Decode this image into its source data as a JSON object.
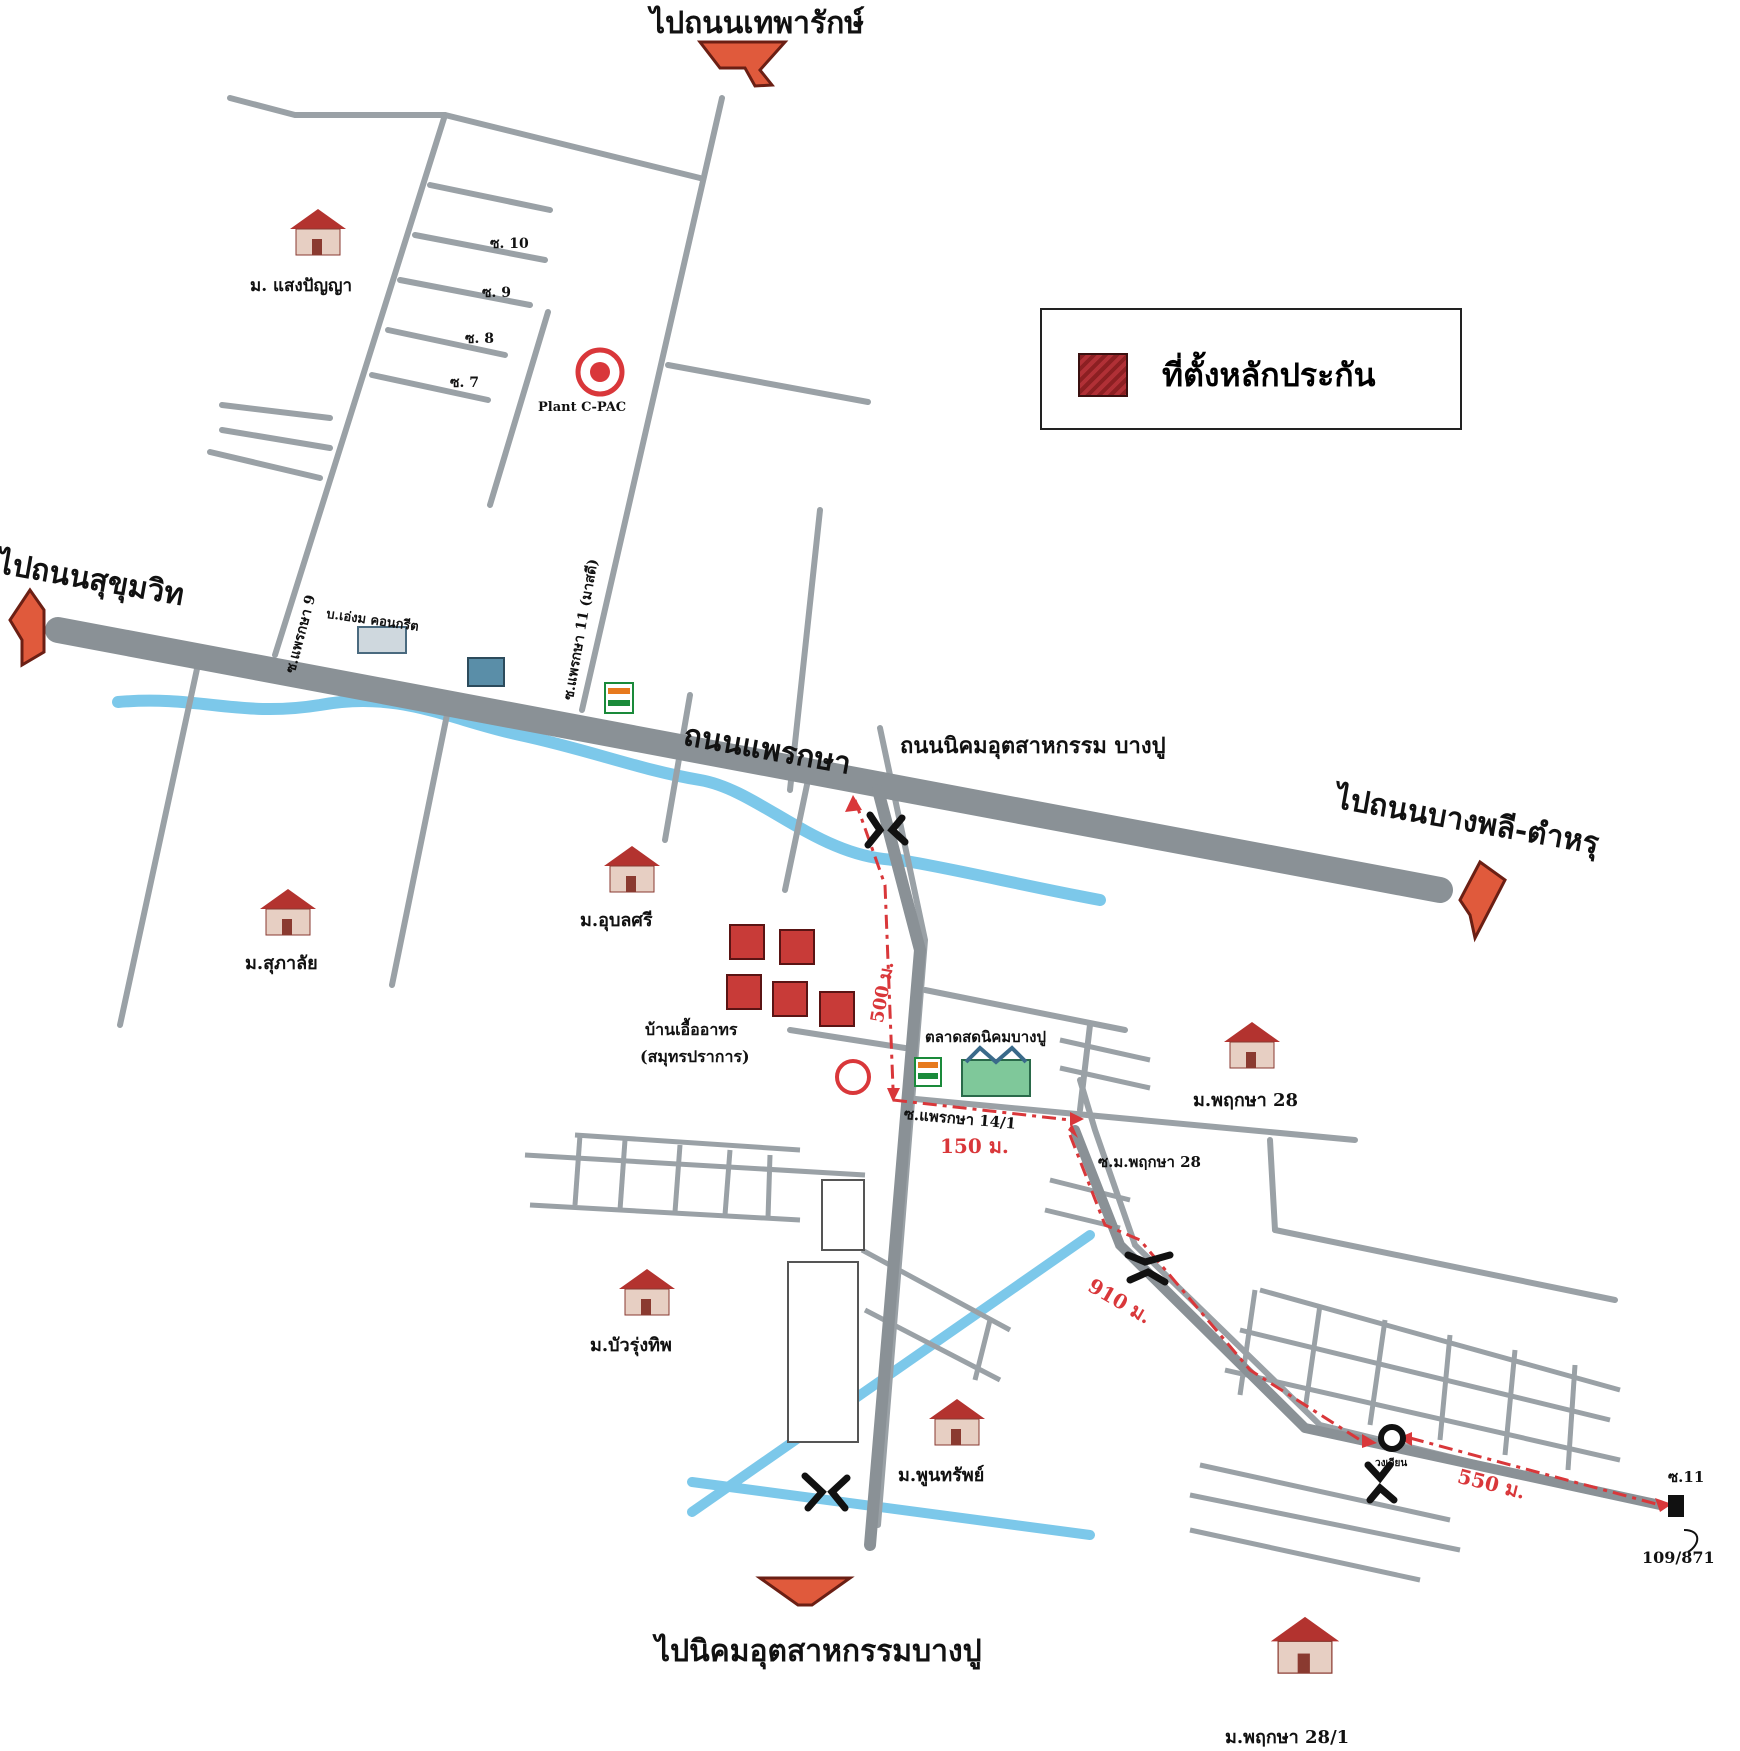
{
  "map": {
    "legend": {
      "label": "ที่ตั้งหลักประกัน",
      "swatch_color": "#9a2528"
    },
    "directions": {
      "north": "ไปถนนเทพารักษ์",
      "west": "ไปถนนสุขุมวิท",
      "east": "ไปถนนบางพลี-ตำหรุ",
      "south": "ไปนิคมอุตสาหกรรมบางปู"
    },
    "roads": {
      "main_road": "ถนนแพรกษา",
      "industrial_road": "ถนนนิคมอุตสาหกรรม บางปู",
      "soi_prak9": "ซ.แพรกษา 9",
      "soi_prak11": "ซ.แพรกษา 11 (มาสดี)",
      "soi_10": "ซ. 10",
      "soi_9": "ซ. 9",
      "soi_8": "ซ. 8",
      "soi_7": "ซ. 7",
      "soi_prak14_1": "ซ.แพรกษา 14/1",
      "soi_pruksa28": "ซ.ม.พฤกษา 28",
      "soi_11": "ซ.11"
    },
    "places": {
      "saengpanya": "ม. แสงปัญญา",
      "plant_cpac": "Plant C-PAC",
      "lotus": "บ.เอ่งม คอนกรีต",
      "ubonsri": "ม.อุบลศรี",
      "sukalai": "ม.สุภาลัย",
      "uaa": "บ้านเอื้ออาทร",
      "uaa_sub": "(สมุทรปราการ)",
      "market": "ตลาดสดนิคมบางปู",
      "pruksa28": "ม.พฤกษา 28",
      "buatrungthip": "ม.บัวรุ่งทิพ",
      "poonsap": "ม.พูนทรัพย์",
      "pruksa28_1": "ม.พฤกษา 28/1",
      "circle_label": "วงเวียน",
      "address": "109/871"
    },
    "distances": {
      "d500": "500 ม.",
      "d150": "150 ม.",
      "d910": "910 ม.",
      "d550": "550 ม."
    },
    "colors": {
      "road": "#9aa1a6",
      "main_road": "#8a9196",
      "river": "#7cc8ea",
      "route": "#d9373a",
      "arrow": "#e05a3c",
      "house_roof": "#b3332f",
      "house_wall": "#e7cfc3"
    },
    "icons": [
      "arrow-icon",
      "house-icon",
      "plant-icon",
      "seven-eleven-icon",
      "bank-icon",
      "bridge-icon",
      "roundabout-icon"
    ]
  }
}
